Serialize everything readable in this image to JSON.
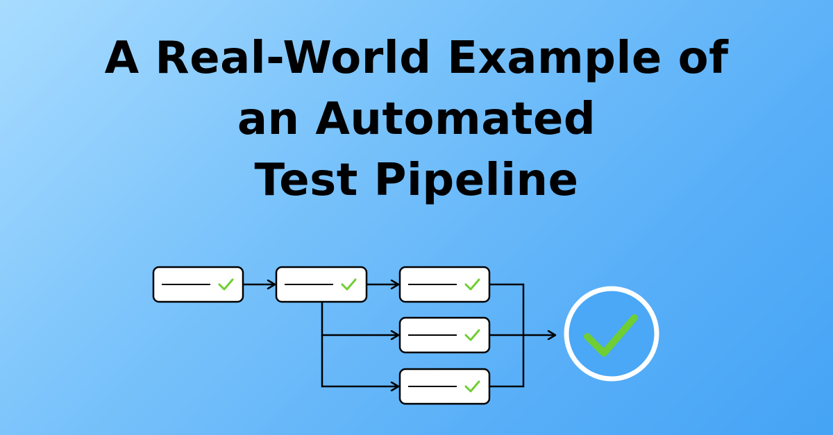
{
  "headline": {
    "line1": "A Real-World Example of",
    "line2": "an Automated",
    "line3": "Test Pipeline"
  },
  "colors": {
    "background_light": "#a8dcff",
    "background_dark": "#45a3f5",
    "box_fill": "#ffffff",
    "stroke": "#000000",
    "check": "#6fce33",
    "final_ring": "#ffffff",
    "final_fill": "#4aa8f6"
  },
  "diagram": {
    "stages": [
      {
        "icon": "check-icon",
        "status": "passed"
      },
      {
        "icon": "check-icon",
        "status": "passed"
      },
      {
        "icon": "check-icon",
        "status": "passed"
      },
      {
        "icon": "check-icon",
        "status": "passed"
      },
      {
        "icon": "check-icon",
        "status": "passed"
      }
    ],
    "result_icon": "big-check-icon"
  }
}
